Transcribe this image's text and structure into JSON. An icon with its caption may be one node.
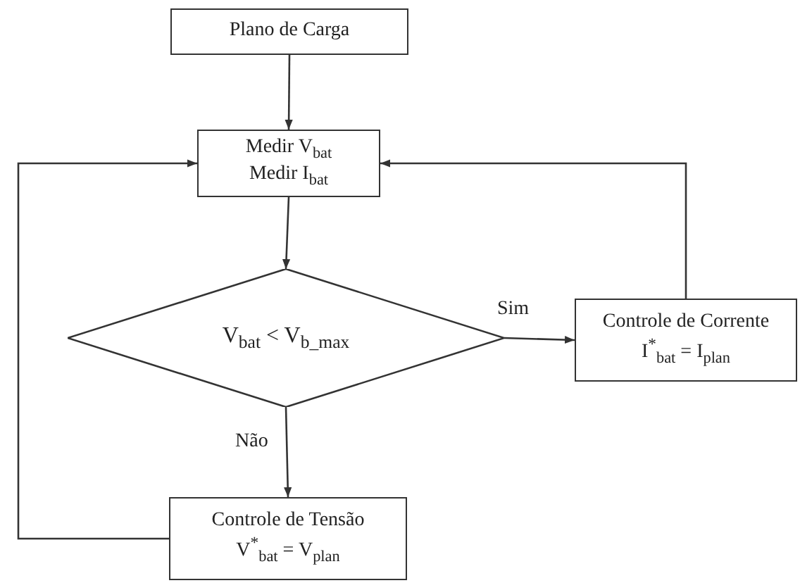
{
  "diagram": {
    "nodes": [
      {
        "text": [
          "Plano de Carga"
        ]
      },
      {
        "text": [
          "Medir V$_{bat}$ Medir I$_{bat}$"
        ]
      },
      {
        "text": [
          "V$_{bat}$ < V$_{b_max}$"
        ]
      },
      {
        "text": [
          "Controle de Corrente I$^{*}$$_{bat}$ = I$_{plan}$"
        ]
      },
      {
        "text": [
          "Controle de Tensão V$^{*}$$_{bat}$ = V$_{plan}$"
        ]
      }
    ],
    "edges": [
      {
        "from": 0,
        "to": 1,
        "arrow": "to"
      },
      {
        "from": 1,
        "to": 2,
        "arrow": "to"
      },
      {
        "from": 2,
        "to": 3,
        "arrow": "to",
        "label": "Sim"
      },
      {
        "from": 2,
        "to": 4,
        "arrow": "to",
        "label": "Não"
      },
      {
        "from": 4,
        "to": 1,
        "arrow": "to"
      },
      {
        "from": 3,
        "to": 1,
        "arrow": "to"
      }
    ]
  }
}
